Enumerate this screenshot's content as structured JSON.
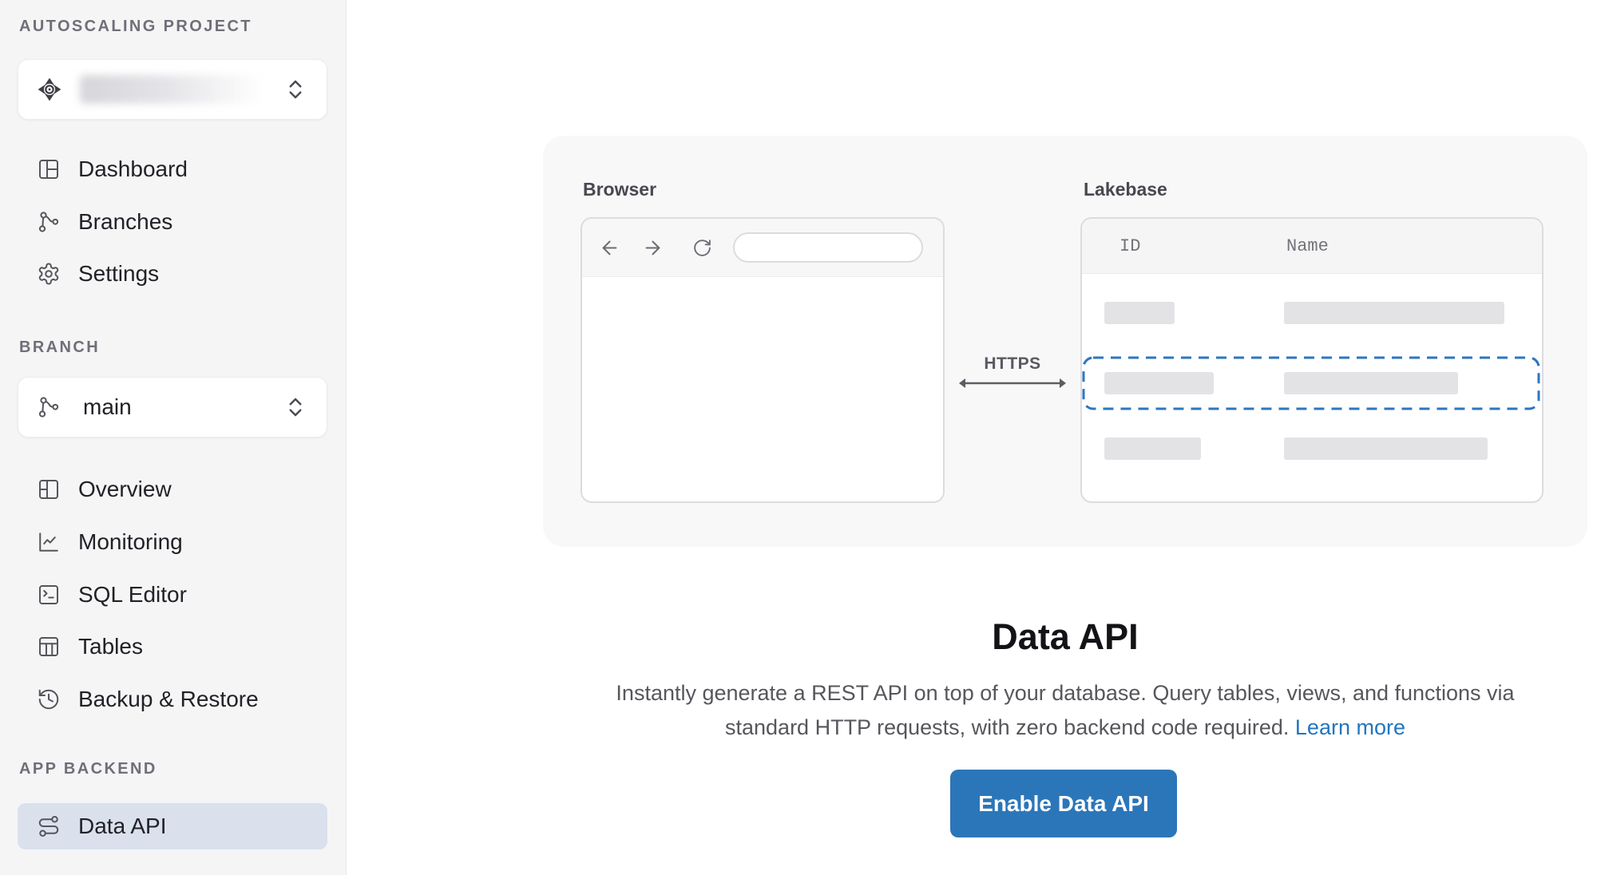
{
  "sidebar": {
    "sections": {
      "project_label": "AUTOSCALING PROJECT",
      "branch_label": "BRANCH",
      "app_backend_label": "APP BACKEND"
    },
    "project_selector": {
      "icon": "target-icon",
      "chevrons_icon": "chevrons-up-down-icon",
      "name_redacted": true
    },
    "branch_selector": {
      "value": "main",
      "icon": "git-branch-icon",
      "chevrons_icon": "chevrons-up-down-icon"
    },
    "project_nav": [
      {
        "label": "Dashboard",
        "icon": "dashboard-icon"
      },
      {
        "label": "Branches",
        "icon": "git-branch-icon"
      },
      {
        "label": "Settings",
        "icon": "gear-icon"
      }
    ],
    "branch_nav": [
      {
        "label": "Overview",
        "icon": "layout-icon"
      },
      {
        "label": "Monitoring",
        "icon": "chart-line-icon"
      },
      {
        "label": "SQL Editor",
        "icon": "terminal-icon"
      },
      {
        "label": "Tables",
        "icon": "table-icon"
      },
      {
        "label": "Backup & Restore",
        "icon": "history-icon"
      }
    ],
    "app_nav": [
      {
        "label": "Data API",
        "icon": "route-icon",
        "selected": true
      }
    ]
  },
  "main": {
    "diagram": {
      "browser": {
        "label": "Browser",
        "toolbar_icons": [
          "arrow-left-icon",
          "arrow-right-icon",
          "refresh-icon"
        ],
        "url_value": ""
      },
      "connection": {
        "label": "HTTPS"
      },
      "lakebase": {
        "label": "Lakebase",
        "columns": [
          "ID",
          "Name"
        ],
        "placeholder_row_count": 3,
        "highlighted_row": 2
      }
    },
    "title": "Data API",
    "description_line_1": "Instantly generate a REST API on top of your database. Query tables, views, and functions via",
    "description_line_2": "standard HTTP requests, with zero backend code required.",
    "learn_more_label": "Learn more",
    "enable_button_label": "Enable Data API"
  },
  "colors": {
    "primary_button": "#2b76b9",
    "link": "#2176c0",
    "highlight_dashed_border": "#2e76bf",
    "selected_nav_bg": "#dae1ed",
    "sidebar_bg": "#f5f5f6",
    "card_bg": "#f8f8f9",
    "placeholder_bar": "#e3e3e6"
  }
}
